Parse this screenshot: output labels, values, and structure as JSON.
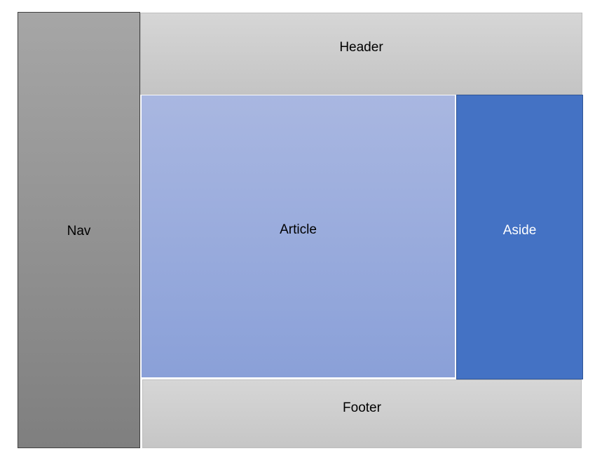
{
  "layout_regions": {
    "nav": {
      "label": "Nav"
    },
    "header": {
      "label": "Header"
    },
    "article": {
      "label": "Article"
    },
    "aside": {
      "label": "Aside"
    },
    "footer": {
      "label": "Footer"
    }
  },
  "colors": {
    "nav": "#8c8c8c",
    "header": "#cfcfcf",
    "article": "#9aabdc",
    "aside": "#4472c4",
    "footer": "#cfcfcf"
  }
}
